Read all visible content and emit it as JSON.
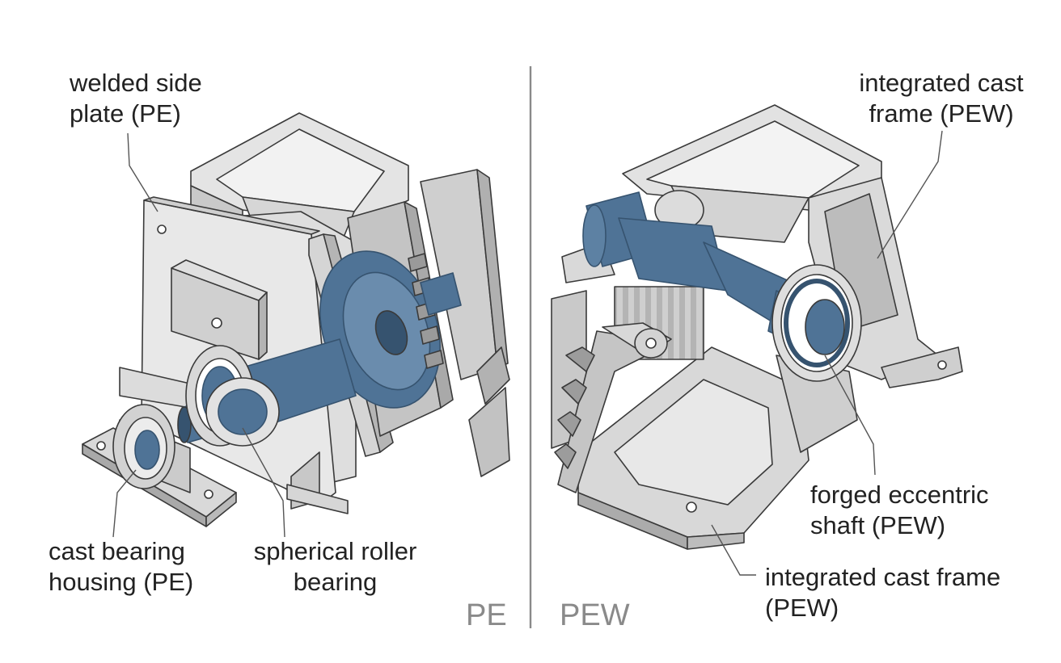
{
  "labels": {
    "welded_side_plate": [
      "welded side",
      "plate (PE)"
    ],
    "cast_bearing_housing": [
      "cast bearing",
      "housing (PE)"
    ],
    "spherical_roller_bearing": [
      "spherical roller",
      "bearing"
    ],
    "integrated_cast_frame_top": [
      "integrated cast",
      "frame (PEW)"
    ],
    "forged_eccentric_shaft": [
      "forged eccentric",
      "shaft (PEW)"
    ],
    "integrated_cast_frame_bottom": [
      "integrated cast frame",
      "(PEW)"
    ]
  },
  "panels": {
    "left": "PE",
    "right": "PEW"
  },
  "colors": {
    "metal_light": "#e4e4e4",
    "metal_mid": "#c9c9c9",
    "metal_dark": "#a9a9a9",
    "shaft_blue": "#4f7396",
    "shaft_blue_dark": "#36536f",
    "outline": "#3a3a3a",
    "leader": "#555555",
    "divider": "#8a8a8a"
  }
}
